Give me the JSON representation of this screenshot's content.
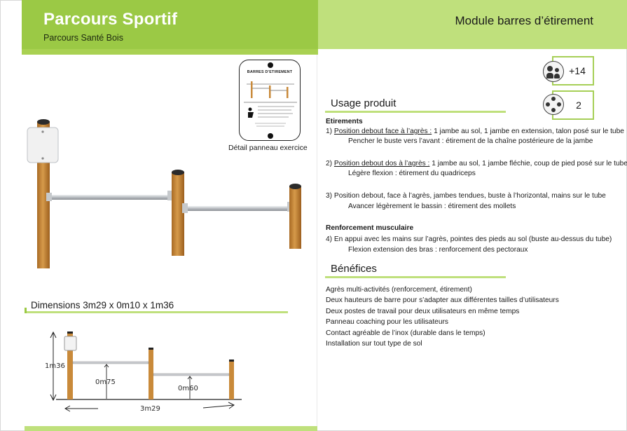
{
  "header": {
    "brand_title": "Parcours Sportif",
    "brand_subtitle": "Parcours Santé Bois",
    "module_title": "Module barres d’étirement"
  },
  "badges": {
    "age_value": "+14",
    "users_value": "2"
  },
  "panel": {
    "title": "BARRES D’ETIREMENT",
    "caption": "Détail panneau exercice"
  },
  "usage": {
    "heading": "Usage produit",
    "etirements_title": "Etirements",
    "items": [
      {
        "num": "1)",
        "lead": "Position debout face à l’agrès :",
        "rest": " 1 jambe au sol, 1 jambe en extension, talon posé sur le tube",
        "detail": "Pencher le buste vers l’avant : étirement de la chaîne postérieure de la jambe"
      },
      {
        "num": "2)",
        "lead": "Position debout dos à l’agrès :",
        "rest": " 1 jambe au sol, 1 jambe fléchie, coup de pied posé sur le tube",
        "detail": "Légère flexion : étirement du quadriceps"
      },
      {
        "num": "3)",
        "lead": "",
        "rest": "Position debout, face à l’agrès, jambes tendues, buste à l’horizontal, mains sur le tube",
        "detail": "Avancer légèrement le bassin : étirement des mollets"
      }
    ],
    "renfo_title": "Renforcement musculaire",
    "renfo_item": "4)  En appui avec les mains sur l’agrès, pointes des pieds au sol (buste au-dessus du tube)",
    "renfo_detail": "Flexion extension des bras : renforcement des pectoraux"
  },
  "benefices": {
    "heading": "Bénéfices",
    "items": [
      "Agrès multi-activités (renforcement, étirement)",
      "Deux hauteurs de barre pour s’adapter aux différentes tailles d’utilisateurs",
      "Deux postes de travail pour deux utilisateurs en même temps",
      "Panneau coaching pour les utilisateurs",
      "Contact agréable de l’inox (durable dans le temps)",
      "Installation sur tout type de sol"
    ]
  },
  "dimensions": {
    "heading": "Dimensions 3m29 x 0m10 x 1m36",
    "height_label": "1m36",
    "bar1_label": "0m75",
    "bar2_label": "0m60",
    "width_label": "3m29"
  },
  "colors": {
    "brand_green": "#9bc945",
    "light_green": "#bfe07c",
    "wood": "#c98a3a",
    "steel": "#c9ccd0"
  }
}
